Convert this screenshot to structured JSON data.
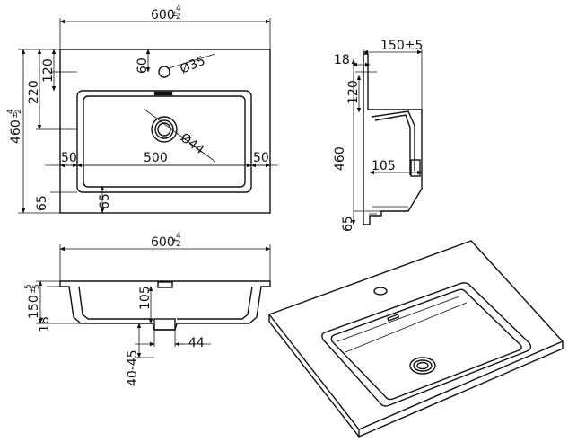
{
  "top_view": {
    "width": "600",
    "width_tol_plus": "4",
    "width_tol_minus": "2",
    "depth": "460",
    "depth_tol_plus": "4",
    "depth_tol_minus": "2",
    "tap_offset": "220",
    "tap_front": "120",
    "tap_hole_offset": "60",
    "tap_hole_dia": "Ø35",
    "drain_dia": "Ø44",
    "rim_left": "50",
    "basin_width": "500",
    "rim_right": "50",
    "rim_front": "65",
    "rim_front_inner": "65"
  },
  "side_view": {
    "overall_depth": "150±5",
    "rim_thickness": "18",
    "tap_position": "120",
    "depth": "460",
    "bowl_depth": "105",
    "front_lip": "65"
  },
  "front_view": {
    "width": "600",
    "width_tol_plus": "4",
    "width_tol_minus": "2",
    "height": "150",
    "height_tol_plus": "5",
    "height_tol_minus": "5",
    "rim": "18",
    "bowl_depth": "105",
    "drain_outlet": "44",
    "drain_length": "40-45"
  },
  "colors": {
    "line": "#111111",
    "background": "#ffffff"
  }
}
